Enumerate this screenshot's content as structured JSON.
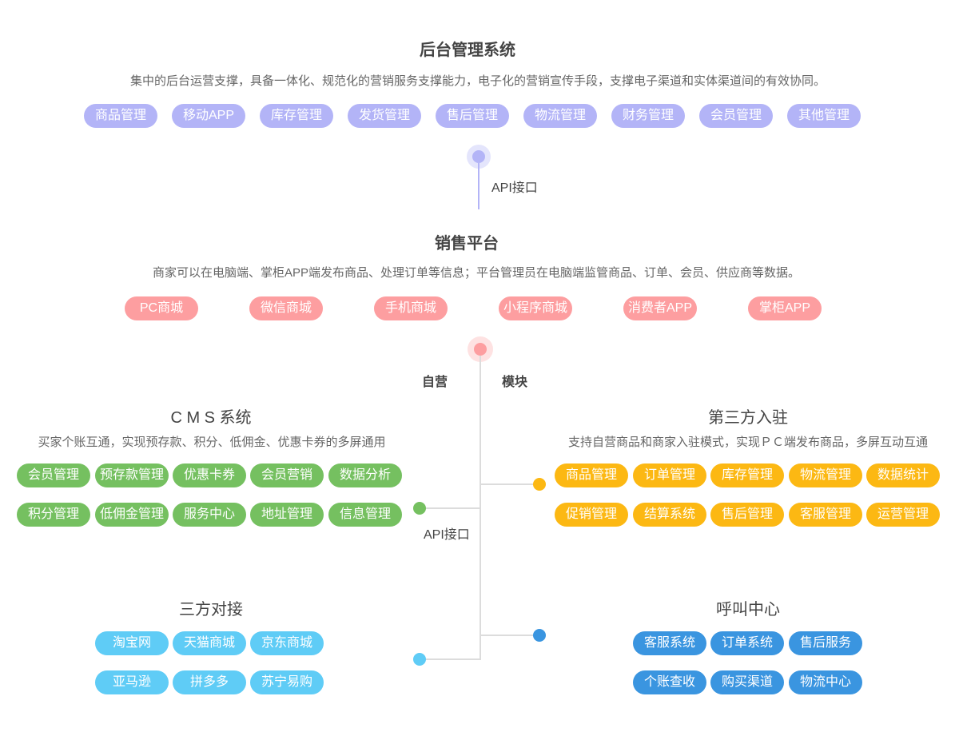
{
  "backend": {
    "title": "后台管理系统",
    "desc": "集中的后台运营支撑，具备一体化、规范化的营销服务支撑能力，电子化的营销宣传手段，支撑电子渠道和实体渠道间的有效协同。",
    "items": [
      "商品管理",
      "移动APP",
      "库存管理",
      "发货管理",
      "售后管理",
      "物流管理",
      "财务管理",
      "会员管理",
      "其他管理"
    ]
  },
  "connector1": {
    "label": "API接口"
  },
  "sales": {
    "title": "销售平台",
    "desc": "商家可以在电脑端、掌柜APP端发布商品、处理订单等信息；平台管理员在电脑端监管商品、订单、会员、供应商等数据。",
    "items": [
      "PC商城",
      "微信商城",
      "手机商城",
      "小程序商城",
      "消费者APP",
      "掌柜APP"
    ]
  },
  "branch_labels": {
    "left": "自营",
    "right": "模块",
    "api": "API接口"
  },
  "cms": {
    "title": "C M S 系统",
    "desc": "买家个账互通，实现预存款、积分、低佣金、优惠卡券的多屏通用",
    "row1": [
      "会员管理",
      "预存款管理",
      "优惠卡券",
      "会员营销",
      "数据分析"
    ],
    "row2": [
      "积分管理",
      "低佣金管理",
      "服务中心",
      "地址管理",
      "信息管理"
    ]
  },
  "third": {
    "title": "第三方入驻",
    "desc": "支持自营商品和商家入驻模式，实现ＰＣ端发布商品，多屏互动互通",
    "row1": [
      "商品管理",
      "订单管理",
      "库存管理",
      "物流管理",
      "数据统计"
    ],
    "row2": [
      "促销管理",
      "结算系统",
      "售后管理",
      "客服管理",
      "运营管理"
    ]
  },
  "sanfang": {
    "title": "三方对接",
    "row1": [
      "淘宝网",
      "天猫商城",
      "京东商城"
    ],
    "row2": [
      "亚马逊",
      "拼多多",
      "苏宁易购"
    ]
  },
  "callcenter": {
    "title": "呼叫中心",
    "row1": [
      "客服系统",
      "订单系统",
      "售后服务"
    ],
    "row2": [
      "个账查收",
      "购买渠道",
      "物流中心"
    ]
  },
  "colors": {
    "purple": "#b3b4f7",
    "pink": "#fd9ea0",
    "green": "#75c060",
    "yellow": "#fcb813",
    "light_blue": "#5fccf6",
    "dark_blue": "#3a95e0"
  }
}
